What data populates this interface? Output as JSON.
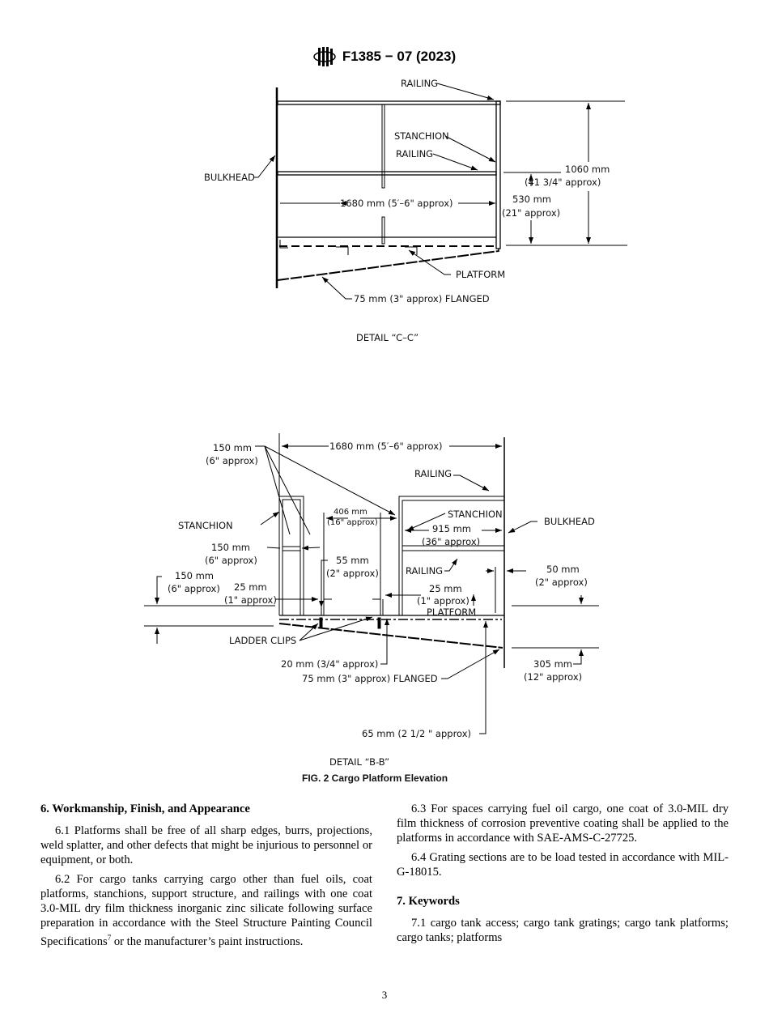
{
  "header": {
    "designation": "F1385 − 07 (2023)",
    "logo_text": "ASTM"
  },
  "detail_cc": {
    "railing_top": "RAILING",
    "stanchion": "STANCHION",
    "railing_mid": "RAILING",
    "bulkhead": "BULKHEAD",
    "width_dim": "1680 mm (5′–6\" approx)",
    "mid_height_1": "530 mm",
    "mid_height_2": "(21\" approx)",
    "height_1": "1060 mm",
    "height_2": "(41 3/4\" approx)",
    "platform": "PLATFORM",
    "flanged": "75 mm (3\" approx) FLANGED",
    "caption": "DETAIL “C–C”"
  },
  "detail_bb": {
    "d150a_1": "150 mm",
    "d150a_2": "(6\" approx)",
    "width_dim": "1680 mm (5′–6\" approx)",
    "railing_top": "RAILING",
    "d406_1": "406 mm",
    "d406_2": "(16\" approx)",
    "stanchion_left": "STANCHION",
    "stanchion_right": "STANCHION",
    "bulkhead": "BULKHEAD",
    "d915_1": "915 mm",
    "d915_2": "(36\" approx)",
    "d150b_1": "150 mm",
    "d150b_2": "(6\" approx)",
    "d55_1": "55 mm",
    "d55_2": "(2\" approx)",
    "railing_mid": "RAILING",
    "d50_1": "50 mm",
    "d50_2": "(2\" approx)",
    "d150c_1": "150 mm",
    "d150c_2": "(6\" approx)",
    "d25a_1": "25 mm",
    "d25a_2": "(1\" approx)",
    "d25b_1": "25 mm",
    "d25b_2": "(1\" approx)",
    "platform": "PLATFORM",
    "ladder_clips": "LADDER CLIPS",
    "d20": "20 mm (3/4\" approx)",
    "flanged": "75 mm (3\" approx) FLANGED",
    "d305_1": "305 mm",
    "d305_2": "(12\" approx)",
    "d65": "65 mm (2  1/2 \" approx)",
    "caption": "DETAIL “B-B”"
  },
  "figure_caption": "FIG. 2  Cargo Platform Elevation",
  "left_column": {
    "heading": "6.  Workmanship, Finish, and Appearance",
    "p1": "6.1  Platforms shall be free of all sharp edges, burrs, projections, weld splatter, and other defects that might be injurious to personnel or equipment, or both.",
    "p2": "6.2  For cargo tanks carrying cargo other than fuel oils, coat platforms, stanchions, support structure, and railings with one coat 3.0-MIL dry film thickness inorganic zinc silicate following surface preparation in accordance with the Steel Structure Painting Council Specifications",
    "p2_sup": "7",
    "p2_end": " or the manufacturer’s paint instructions."
  },
  "right_column": {
    "p3": "6.3  For spaces carrying fuel oil cargo, one coat of 3.0-MIL dry film thickness of corrosion preventive coating shall be applied to the platforms in accordance with SAE-AMS-C-27725.",
    "p4": "6.4  Grating sections are to be load tested in accordance with MIL-G-18015.",
    "heading": "7.  Keywords",
    "p5": "7.1  cargo tank access; cargo tank gratings; cargo tank platforms; cargo tanks; platforms"
  },
  "page_number": "3"
}
